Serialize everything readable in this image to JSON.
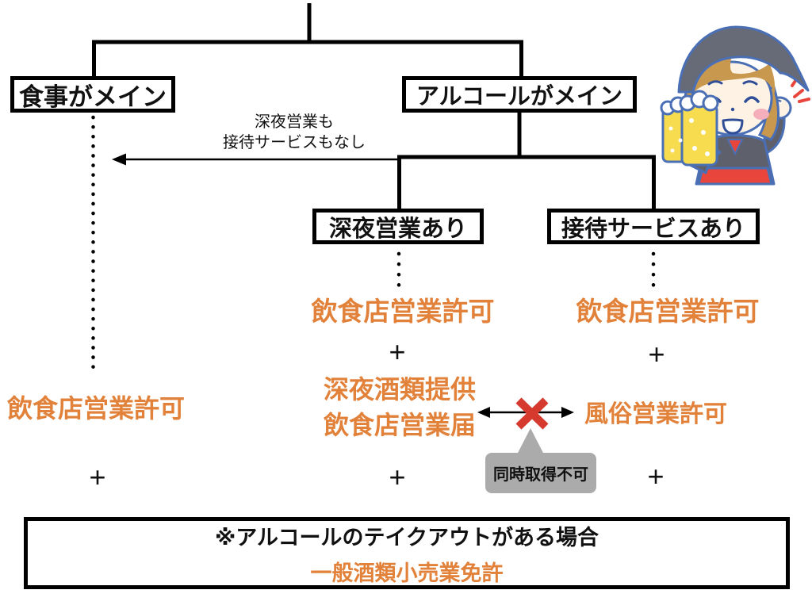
{
  "palette": {
    "orange": "#E2823A",
    "black": "#111111",
    "red_x": "#D6392E",
    "bubble_gray": "#ABABAB"
  },
  "nodes": {
    "meal_main": "食事がメイン",
    "alcohol_main": "アルコールがメイン",
    "late_night_open": "深夜営業あり",
    "entertainment_service": "接待サービスあり"
  },
  "bypass_note": {
    "line1": "深夜営業も",
    "line2": "接待サービスもなし"
  },
  "licenses": {
    "restaurant_permit_left": "飲食店営業許可",
    "restaurant_permit_mid": "飲食店営業許可",
    "restaurant_permit_right": "飲食店営業許可",
    "late_night_alcohol_line1": "深夜酒類提供",
    "late_night_alcohol_line2": "飲食店営業届",
    "adult_entertainment_permit": "風俗営業許可"
  },
  "plus_sign": "+",
  "conflict_note": "同時取得不可",
  "footer": {
    "condition": "※アルコールのテイクアウトがある場合",
    "license": "一般酒類小売業免許"
  },
  "illustration": {
    "name": "izakaya-staff-with-beer-mugs"
  }
}
